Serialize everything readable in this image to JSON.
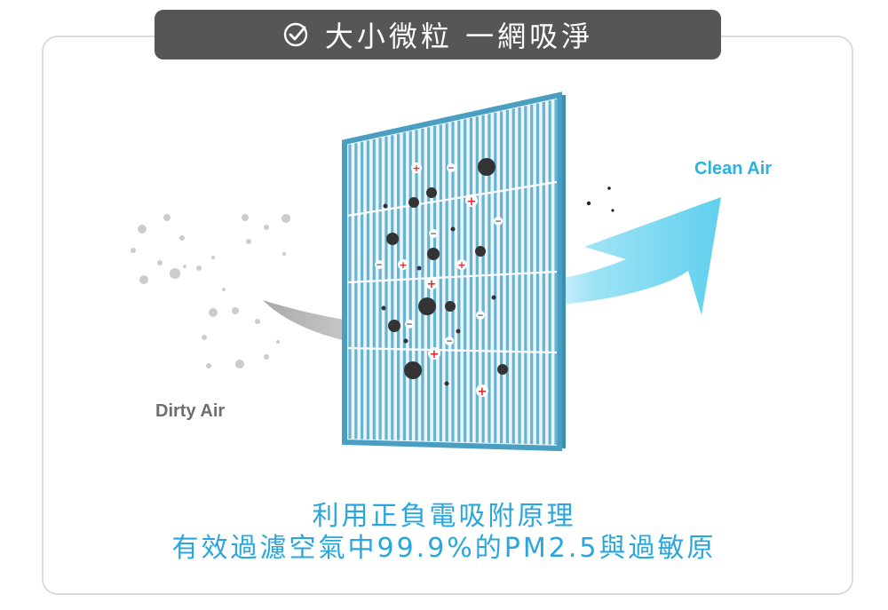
{
  "banner": {
    "icon": "check-circle-icon",
    "text": "大小微粒 一網吸淨"
  },
  "labels": {
    "dirty_air": "Dirty Air",
    "clean_air": "Clean Air"
  },
  "caption": {
    "line1": "利用正負電吸附原理",
    "line2": "有效過濾空氣中99.9%的PM2.5與過敏原"
  },
  "colors": {
    "banner_bg": "#555757",
    "filter_blue": "#5aa9c9",
    "accent_blue": "#29a6dd",
    "clean_air_arrow": "#5fd0ee",
    "dirty_air_arrow": "#9a9a9a",
    "charge_red": "#e0282e"
  }
}
